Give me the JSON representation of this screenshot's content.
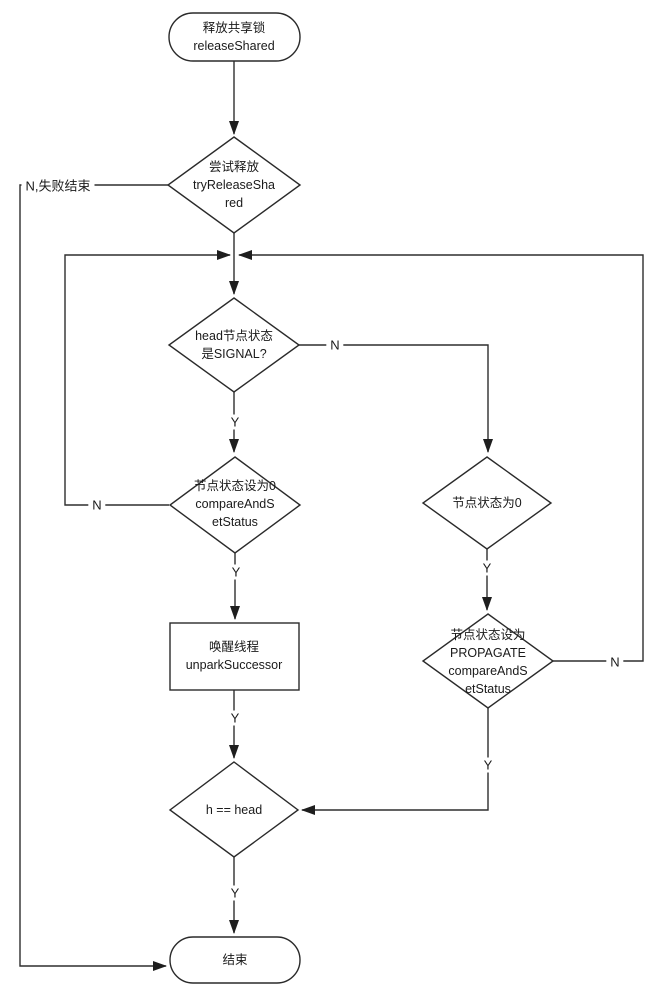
{
  "colors": {
    "stroke": "#2e2e2e",
    "text": "#1a1a1a",
    "node_fill": "#ffffff",
    "background": "#ffffff"
  },
  "nodes": {
    "start": {
      "type": "terminator",
      "text": "释放共享锁\nreleaseShared"
    },
    "try_release": {
      "type": "decision",
      "text": "尝试释放\ntryReleaseSha\nred"
    },
    "head_signal": {
      "type": "decision",
      "text": "head节点状态\n是SIGNAL?"
    },
    "cas_set_zero": {
      "type": "decision",
      "text": "节点状态设为0\ncompareAndS\netStatus"
    },
    "unpark": {
      "type": "process",
      "text": "唤醒线程\nunparkSuccessor"
    },
    "status_zero": {
      "type": "decision",
      "text": "节点状态为0"
    },
    "cas_set_propagate": {
      "type": "decision",
      "text": "节点状态设为\nPROPAGATE\ncompareAndS\netStatus"
    },
    "h_equals_head": {
      "type": "decision",
      "text": "h == head"
    },
    "end": {
      "type": "terminator",
      "text": "结束"
    }
  },
  "edge_labels": {
    "fail": "N,失败结束",
    "yes": "Y",
    "no": "N"
  }
}
